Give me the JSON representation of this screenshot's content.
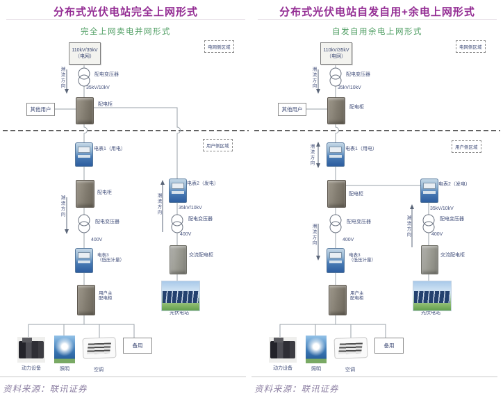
{
  "colors": {
    "title": "#942d94",
    "subtitle": "#4f9e63",
    "diagram_label": "#44517c",
    "source_text": "#8d80a3"
  },
  "icons": {
    "transformer-icon": "two overlapping circles",
    "cabinet-icon": "gray electrical cabinet photo",
    "meter-icon": "blue electric meter photo",
    "pv-station-icon": "solar panel field photo",
    "generator-icon": "dark power equipment photo",
    "lighting-icon": "blue photo with glowing lamp",
    "air-conditioner-icon": "white cassette AC unit photo"
  },
  "panels": [
    {
      "title": "分布式光伏电站完全上网形式",
      "subtitle": "完全上网卖电并网形式",
      "grid_box": {
        "line1": "110kV/35kV",
        "line2": "（电网）"
      },
      "region_grid": "电网侧区域",
      "region_user": "用户侧区域",
      "flow": "潮流方向",
      "other_users": "其他用户",
      "dist_transformer": "配电变压器",
      "hv_ratio": "35kV/10kV",
      "dist_cabinet": "配电柜",
      "meter1": "电表1（用电）",
      "user_cabinet": "配电柜",
      "lv": "400V",
      "meter3_l1": "电表3",
      "meter3_l2": "（低压计量）",
      "main_cab_l1": "用户主",
      "main_cab_l2": "配电柜",
      "meter2": "电表2（发电）",
      "pv_hv": "35kV/10kV",
      "pv_transformer": "配电变压器",
      "pv_lv": "400V",
      "ac_cabinet": "交流配电柜",
      "pv_station": "光伏电站",
      "loads": [
        "动力设备",
        "照明",
        "空调"
      ],
      "spare": "备用",
      "source": "资料来源：联讯证券"
    },
    {
      "title": "分布式光伏电站自发自用+余电上网形式",
      "subtitle": "自发自用余电上网形式",
      "grid_box": {
        "line1": "110kV/35kV",
        "line2": "（电网）"
      },
      "region_grid": "电网侧区域",
      "region_user": "用户侧区域",
      "flow": "潮流方向",
      "other_users": "其他用户",
      "dist_transformer": "配电变压器",
      "hv_ratio": "35kV/10kV",
      "dist_cabinet": "配电柜",
      "meter1": "电表1（用电）",
      "user_cabinet": "配电柜",
      "lv": "400V",
      "meter3_l1": "电表3",
      "meter3_l2": "（低压计量）",
      "main_cab_l1": "用户主",
      "main_cab_l2": "配电柜",
      "meter2": "电表2（发电）",
      "pv_hv": "35kV/10kV",
      "pv_transformer": "配电变压器",
      "pv_lv": "400V",
      "ac_cabinet": "交流配电柜",
      "pv_station": "光伏电站",
      "loads": [
        "动力设备",
        "照明",
        "空调"
      ],
      "spare": "备用",
      "source": "资料来源：联讯证券"
    }
  ]
}
